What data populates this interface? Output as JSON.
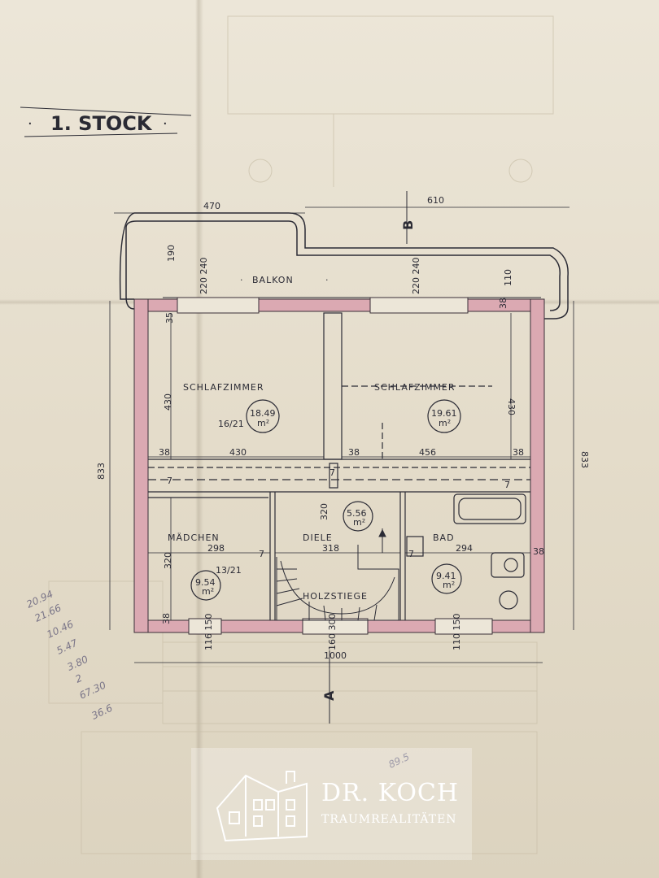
{
  "plan": {
    "title": "1. STOCK",
    "section_b": "B",
    "section_a": "A",
    "balcony": "BALKON",
    "rooms": {
      "bedroom_left": "SCHLAFZIMMER",
      "bedroom_right": "SCHLAFZIMMER",
      "maid_room": "MÄDCHEN",
      "hall": "DIELE",
      "bath": "BAD",
      "stairs": "HOLZSTIEGE"
    },
    "areas": {
      "bedroom_left": "18.49",
      "bedroom_right": "19.61",
      "hall": "5.56",
      "maid_room": "9.54",
      "bath": "9.41",
      "unit": "m²"
    },
    "dimensions": {
      "balcony_width_left": "470",
      "balcony_width_right": "610",
      "balcony_depth_left": "190",
      "balcony_depth_right": "110",
      "balcony_rail_left": "220 240",
      "balcony_rail_right": "220 240",
      "total_height_left": "833",
      "total_height_right": "833",
      "total_width": "1000",
      "wall": "38",
      "bedroom_height_left": "430",
      "bedroom_height_right": "430",
      "bedroom_width_left": "430",
      "bedroom_width_right": "456",
      "small_wall": "7",
      "hall_height": "320",
      "maid_height": "320",
      "maid_width": "298",
      "hall_width": "318",
      "bath_width": "294",
      "window_left": "116 150",
      "window_mid": "160 300",
      "window_right": "110 150",
      "bed_label_left": "16/21",
      "maid_label": "13/21",
      "wall_35": "35"
    },
    "pencil_notes": [
      "20.94",
      "21.66",
      "10.46",
      "5.47",
      "3.80",
      "2",
      "67.30",
      "36.6"
    ],
    "pencil_top": "89.5"
  },
  "watermark": {
    "name": "DR. KOCH",
    "tagline": "TRAUMREALITÄTEN"
  },
  "colors": {
    "wall_fill": "#dba9b2",
    "ink": "#2b2b35",
    "paper": "#e6dfcf"
  }
}
